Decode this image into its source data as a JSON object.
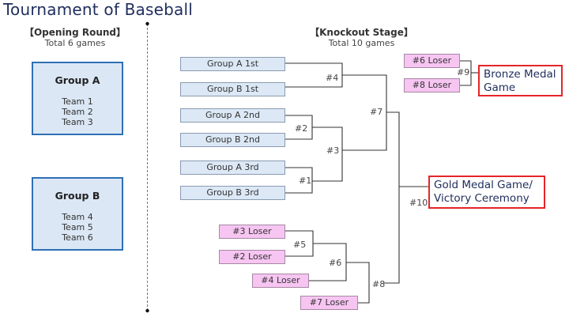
{
  "title": "Tournament of Baseball",
  "opening_round": {
    "heading": "【Opening Round】",
    "subtitle": "Total 6 games",
    "groups": [
      {
        "name": "Group A",
        "teams": [
          "Team 1",
          "Team 2",
          "Team 3"
        ]
      },
      {
        "name": "Group B",
        "teams": [
          "Team 4",
          "Team 5",
          "Team 6"
        ]
      }
    ]
  },
  "knockout_stage": {
    "heading": "【Knockout Stage】",
    "subtitle": "Total 10 games",
    "main_slots": [
      "Group A 1st",
      "Group B 1st",
      "Group A 2nd",
      "Group B 2nd",
      "Group A 3rd",
      "Group B 3rd"
    ],
    "loser_slots": [
      "#3 Loser",
      "#2 Loser",
      "#4 Loser",
      "#7 Loser"
    ],
    "bronze_slots": [
      "#6 Loser",
      "#8 Loser"
    ],
    "games": {
      "g1": "#1",
      "g2": "#2",
      "g3": "#3",
      "g4": "#4",
      "g5": "#5",
      "g6": "#6",
      "g7": "#7",
      "g8": "#8",
      "g9": "#9",
      "g10": "#10"
    },
    "bronze_final": [
      "Bronze Medal",
      "Game"
    ],
    "gold_final": [
      "Gold Medal Game/",
      "Victory Ceremony"
    ]
  },
  "colors": {
    "title": "#1f2d5c",
    "group_fill": "#dbe7f5",
    "group_border": "#2f6fb5",
    "loser_fill": "#f7c5f2",
    "final_border": "#e5252a"
  }
}
